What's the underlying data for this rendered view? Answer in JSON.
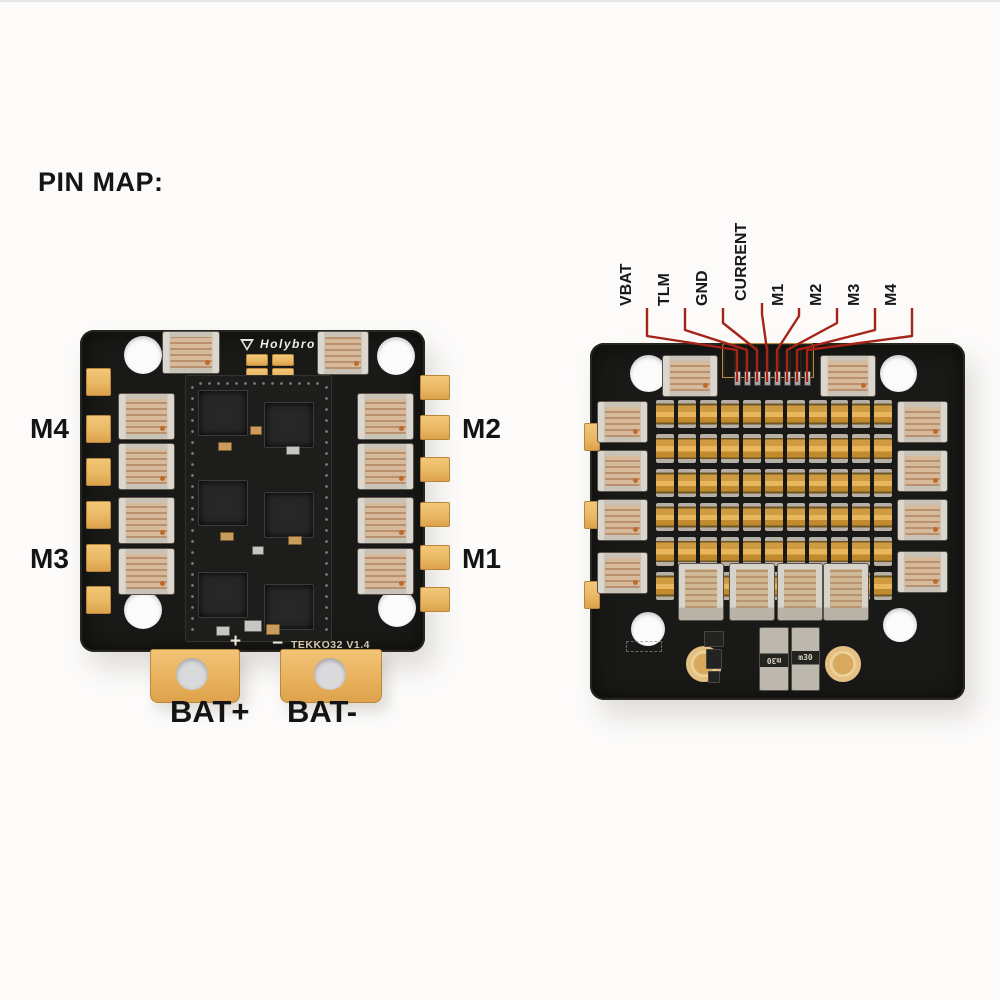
{
  "page": {
    "title": "PIN MAP:"
  },
  "colors": {
    "leader_line": "#a62318",
    "pcb_black": "#191917",
    "pad_gold": "#e9b864",
    "grid_capacitor_orange": "#d89b3f",
    "label_text": "#141414"
  },
  "front_board": {
    "view": "front",
    "motor_labels": {
      "top_left": "M4",
      "bottom_left": "M3",
      "top_right": "M2",
      "bottom_right": "M1"
    },
    "battery_labels": {
      "positive": "BAT+",
      "negative": "BAT-"
    },
    "silkscreen": {
      "brand": "Holybro",
      "plus": "+",
      "minus": "−",
      "model": "TEKKO32 V1.4"
    }
  },
  "back_board": {
    "view": "back",
    "pin_labels": [
      "VBAT",
      "TLM",
      "GND",
      "CURRENT",
      "M1",
      "M2",
      "M3",
      "M4"
    ],
    "shunt_marking": "m30"
  }
}
